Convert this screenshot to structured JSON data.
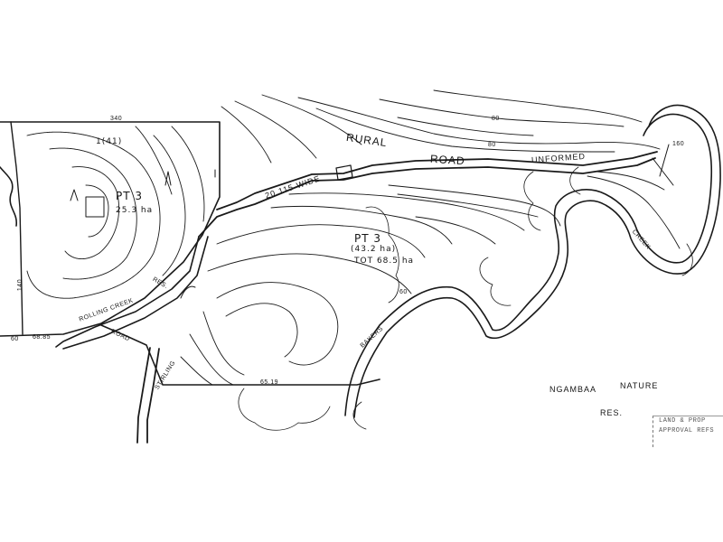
{
  "labels": {
    "rural": "RURAL",
    "road": "ROAD",
    "unformed": "UNFORMED",
    "wide": "20.115 WIDE",
    "pt3_north": "PT 3",
    "area_north": "25.3 ha",
    "pt3_south": "PT 3",
    "area_south": "(43.2 ha)",
    "total": "TOT 68.5 ha",
    "lot": "1(41)",
    "reserve1": "NGAMBAA",
    "reserve2": "NATURE",
    "reserve3": "RES.",
    "bakers": "BAKERS",
    "creek": "CREEK",
    "rolling": "ROLLING CREEK",
    "res_left": "RES.",
    "road_left": "ROAD",
    "stirling": "STIRLING",
    "bearing_top": "340",
    "bearing_left": "140",
    "contour_160": "160",
    "contour_80a": "80",
    "contour_80b": "80",
    "contour_60": "60",
    "chain_6885": "68.85",
    "chain_6519": "65.19",
    "chain_60": "60"
  },
  "stamp_lines": [
    "LAND & PROP",
    "APPROVAL REFS"
  ]
}
